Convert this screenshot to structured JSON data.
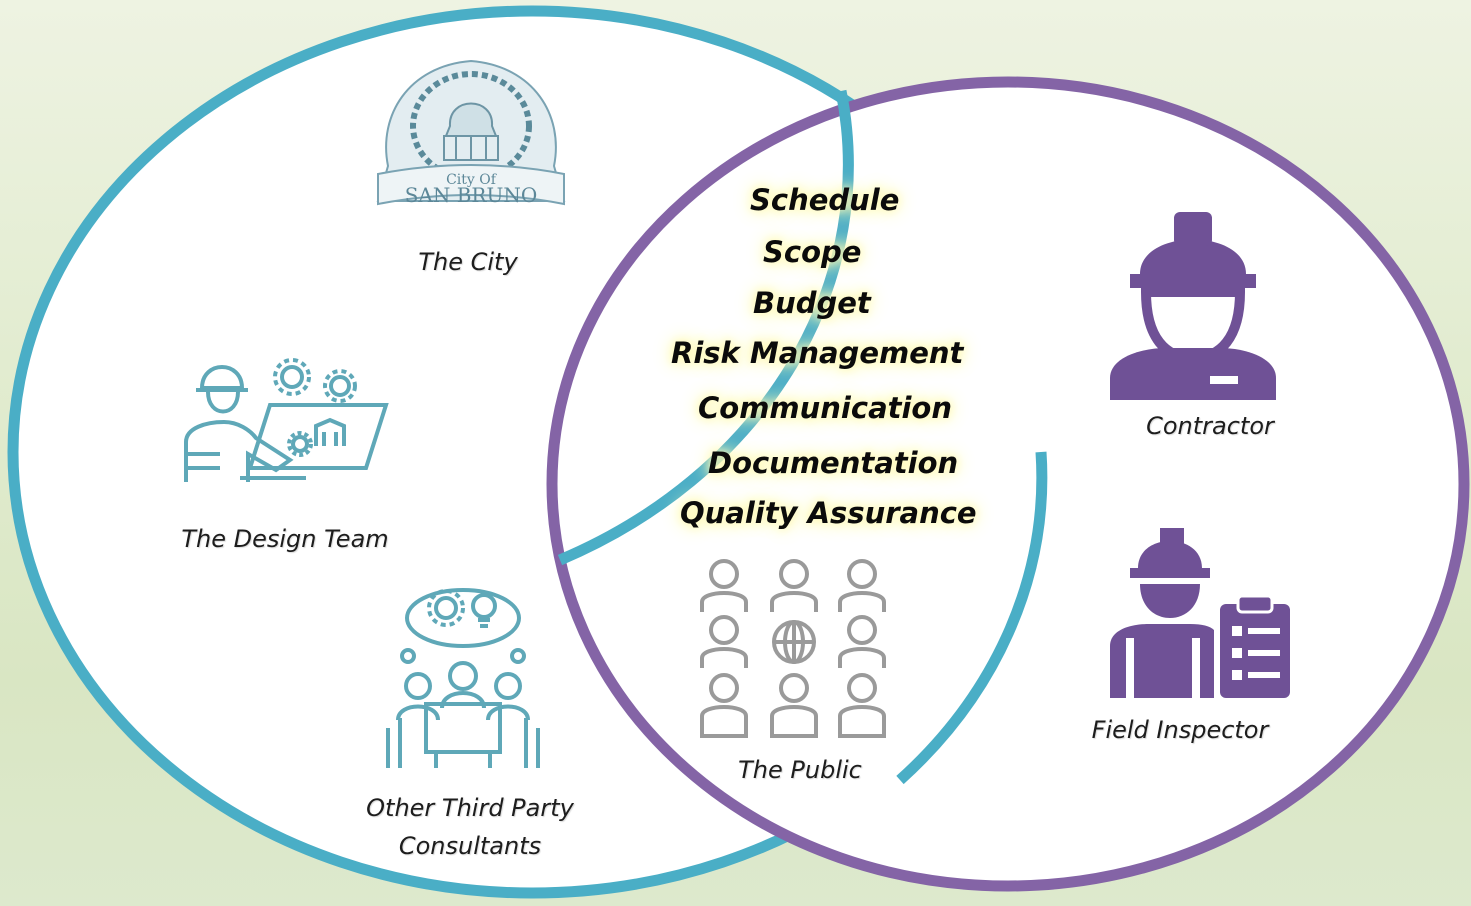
{
  "colors": {
    "left_circle": "#4aaec6",
    "right_circle": "#8464a6",
    "left_icon": "#5fa8b8",
    "right_icon": "#6f5196",
    "public_icon": "#9a9a9a"
  },
  "logo": {
    "line1": "City Of",
    "line2": "SAN BRUNO"
  },
  "left_group": [
    {
      "label": "The City",
      "icon": "city-seal-icon"
    },
    {
      "label": "The Design Team",
      "icon": "designer-workstation-icon"
    },
    {
      "label": "Other Third Party Consultants",
      "label_line1": "Other Third Party",
      "label_line2": "Consultants",
      "icon": "team-meeting-icon"
    }
  ],
  "right_group": [
    {
      "label": "Contractor",
      "icon": "hard-hat-worker-icon"
    },
    {
      "label": "Field Inspector",
      "icon": "inspector-clipboard-icon"
    }
  ],
  "shared": {
    "topics": [
      "Schedule",
      "Scope",
      "Budget",
      "Risk Management",
      "Communication",
      "Documentation",
      "Quality Assurance"
    ],
    "public": {
      "label": "The Public",
      "icon": "public-network-icon"
    }
  }
}
